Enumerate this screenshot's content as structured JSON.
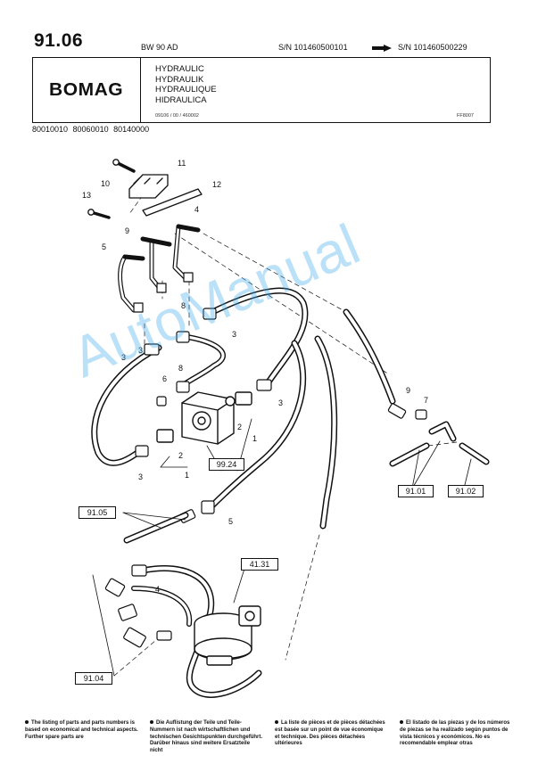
{
  "header": {
    "page_number": "91.06",
    "model": "BW  90  AD",
    "serial_from": "S/N  101460500101",
    "serial_to": "S/N  101460500229",
    "logo": "BOMAG",
    "title_lines": [
      "HYDRAULIC",
      "HYDRAULIK",
      "HYDRAULIQUE",
      "HIDRAULICA"
    ],
    "doc_code": "09106 / 00 / 460002",
    "doc_ref": "FF8007",
    "part_codes": "80010010   80060010   80140000"
  },
  "diagram": {
    "callouts": [
      "11",
      "10",
      "12",
      "13",
      "4",
      "9",
      "5",
      "8",
      "3",
      "3",
      "6",
      "8",
      "2",
      "1",
      "3",
      "2",
      "1",
      "3",
      "9",
      "7",
      "5",
      "3",
      "4"
    ],
    "ref_boxes": [
      "99.24",
      "91.01",
      "91.02",
      "91.05",
      "41.31",
      "91.04"
    ]
  },
  "watermark": "AutoManual",
  "footnotes": [
    "The listing of parts and parts numbers is based on economical and technical aspects. Further spare parts are",
    "Die Auflistung der Teile und Teile-Nummern ist nach wirtschaftlichen und technischen Gesichtspunkten durchgeführt. Darüber hinaus sind weitere Ersatzteile nicht",
    "La liste de pièces et de pièces détachées est basée sur un point de vue économique et technique. Des pièces détachées ultérieures",
    "El listado de las piezas y de los números de piezas se ha realizado según puntos de vista técnicos y económicos. No es recomendable emplear otras"
  ]
}
